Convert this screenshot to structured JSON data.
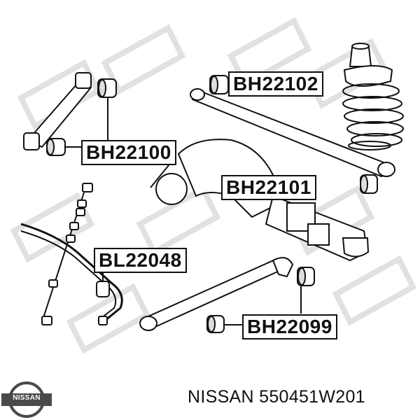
{
  "labels": {
    "bh22102": "BH22102",
    "bh22100": "BH22100",
    "bh22101": "BH22101",
    "bl22048": "BL22048",
    "bh22099": "BH22099"
  },
  "footer": {
    "brand": "NISSAN",
    "part_number": "550451W201",
    "text": "NISSAN 550451W201"
  },
  "logo": {
    "text": "NISSAN"
  },
  "colors": {
    "line": "#111111",
    "watermark": "#d9d9d9",
    "logo_dark": "#4a4a4a"
  }
}
